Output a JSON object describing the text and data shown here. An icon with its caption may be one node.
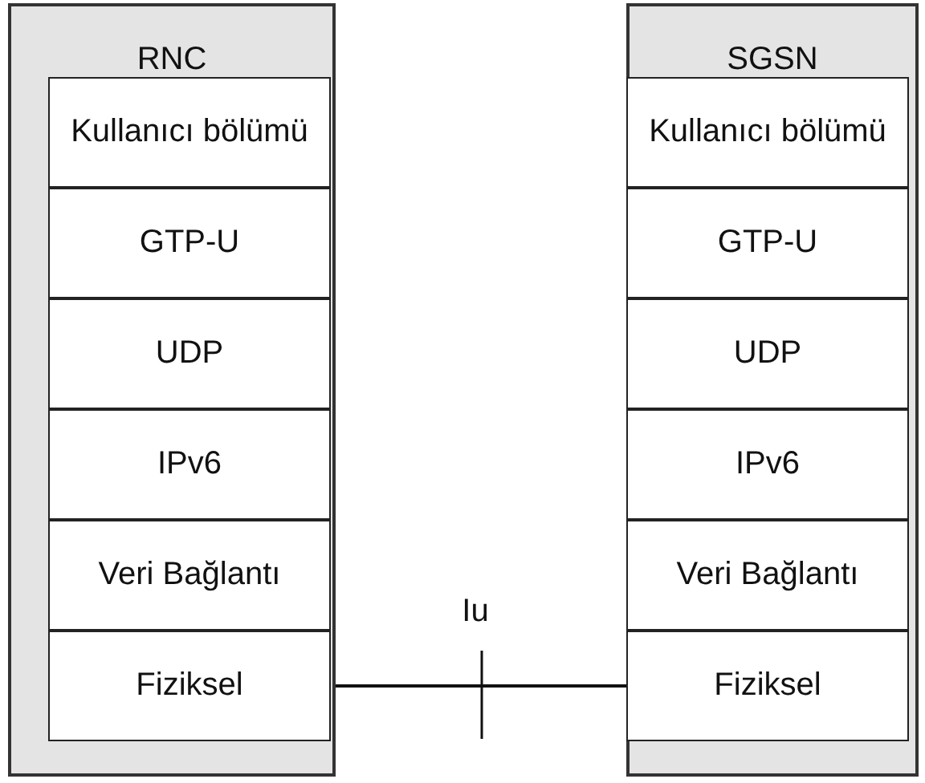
{
  "diagram": {
    "nodes": [
      {
        "text": [
          "RNC"
        ]
      },
      {
        "text": [
          "Kullanıcı bölümü"
        ],
        "in": 0
      },
      {
        "text": [
          "GTP-U"
        ],
        "in": 0
      },
      {
        "text": [
          "UDP"
        ],
        "in": 0
      },
      {
        "text": [
          "IPv6"
        ],
        "in": 0
      },
      {
        "text": [
          "Veri Bağlantı"
        ],
        "in": 0
      },
      {
        "text": [
          "Fiziksel"
        ],
        "in": 0
      },
      {
        "text": [
          "SGSN"
        ]
      },
      {
        "text": [
          "Kullanıcı bölümü"
        ],
        "in": 7
      },
      {
        "text": [
          "GTP-U"
        ],
        "in": 7
      },
      {
        "text": [
          "UDP"
        ],
        "in": 7
      },
      {
        "text": [
          "IPv6"
        ],
        "in": 7
      },
      {
        "text": [
          "Veri Bağlantı"
        ],
        "in": 7
      },
      {
        "text": [
          "Fiziksel"
        ],
        "in": 7
      }
    ],
    "edges": [
      {
        "from": 6,
        "to": 13,
        "arrow": "none",
        "label": "Iu"
      }
    ]
  }
}
